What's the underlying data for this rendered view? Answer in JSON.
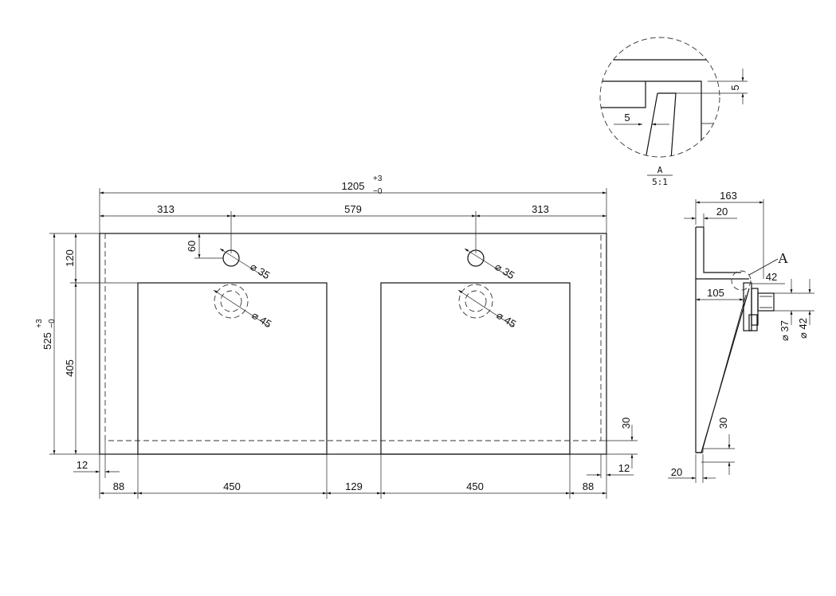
{
  "front_view": {
    "overall_width": "1205",
    "width_tol_plus": "+3",
    "width_tol_minus": "−0",
    "left_tap_offset": "313",
    "tap_spacing": "579",
    "right_tap_offset": "313",
    "tap_from_back": "60",
    "tap_hole": "⌀ 35",
    "drain_hole": "⌀ 45",
    "back_to_bowl": "120",
    "bowl_depth": "405",
    "overall_depth": "525",
    "depth_tol_plus": "+3",
    "depth_tol_minus": "−0",
    "edge_left": "12",
    "edge_right": "12",
    "front_lip": "30",
    "side_margin_left": "88",
    "bowl_width_left": "450",
    "bowl_gap": "129",
    "bowl_width_right": "450",
    "side_margin_right": "88"
  },
  "side_view": {
    "overall": "163",
    "top_thickness": "20",
    "callout": "A",
    "outlet_width": "42",
    "outlet_offset": "105",
    "inner_dia": "⌀ 37",
    "outer_dia": "⌀ 42",
    "lip": "30",
    "bottom_thickness": "20"
  },
  "detail": {
    "label": "A",
    "scale": "5:1",
    "dim_vertical": "5",
    "dim_horizontal": "5"
  }
}
